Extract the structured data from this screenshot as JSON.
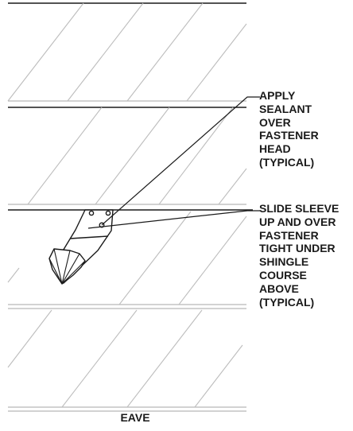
{
  "callouts": {
    "sealant": {
      "lines": [
        "APPLY",
        "SEALANT",
        "OVER",
        "FASTENER",
        "HEAD",
        "(TYPICAL)"
      ]
    },
    "sleeve": {
      "lines": [
        "SLIDE SLEEVE",
        "UP AND OVER",
        "FASTENER",
        "TIGHT UNDER",
        "SHINGLE",
        "COURSE",
        "ABOVE",
        "(TYPICAL)"
      ]
    }
  },
  "eave_label": "EAVE",
  "colors": {
    "ink": "#1a1a1a",
    "course_line": "#b8b8b8",
    "hatch": "#bdbdbd",
    "background": "#ffffff"
  }
}
